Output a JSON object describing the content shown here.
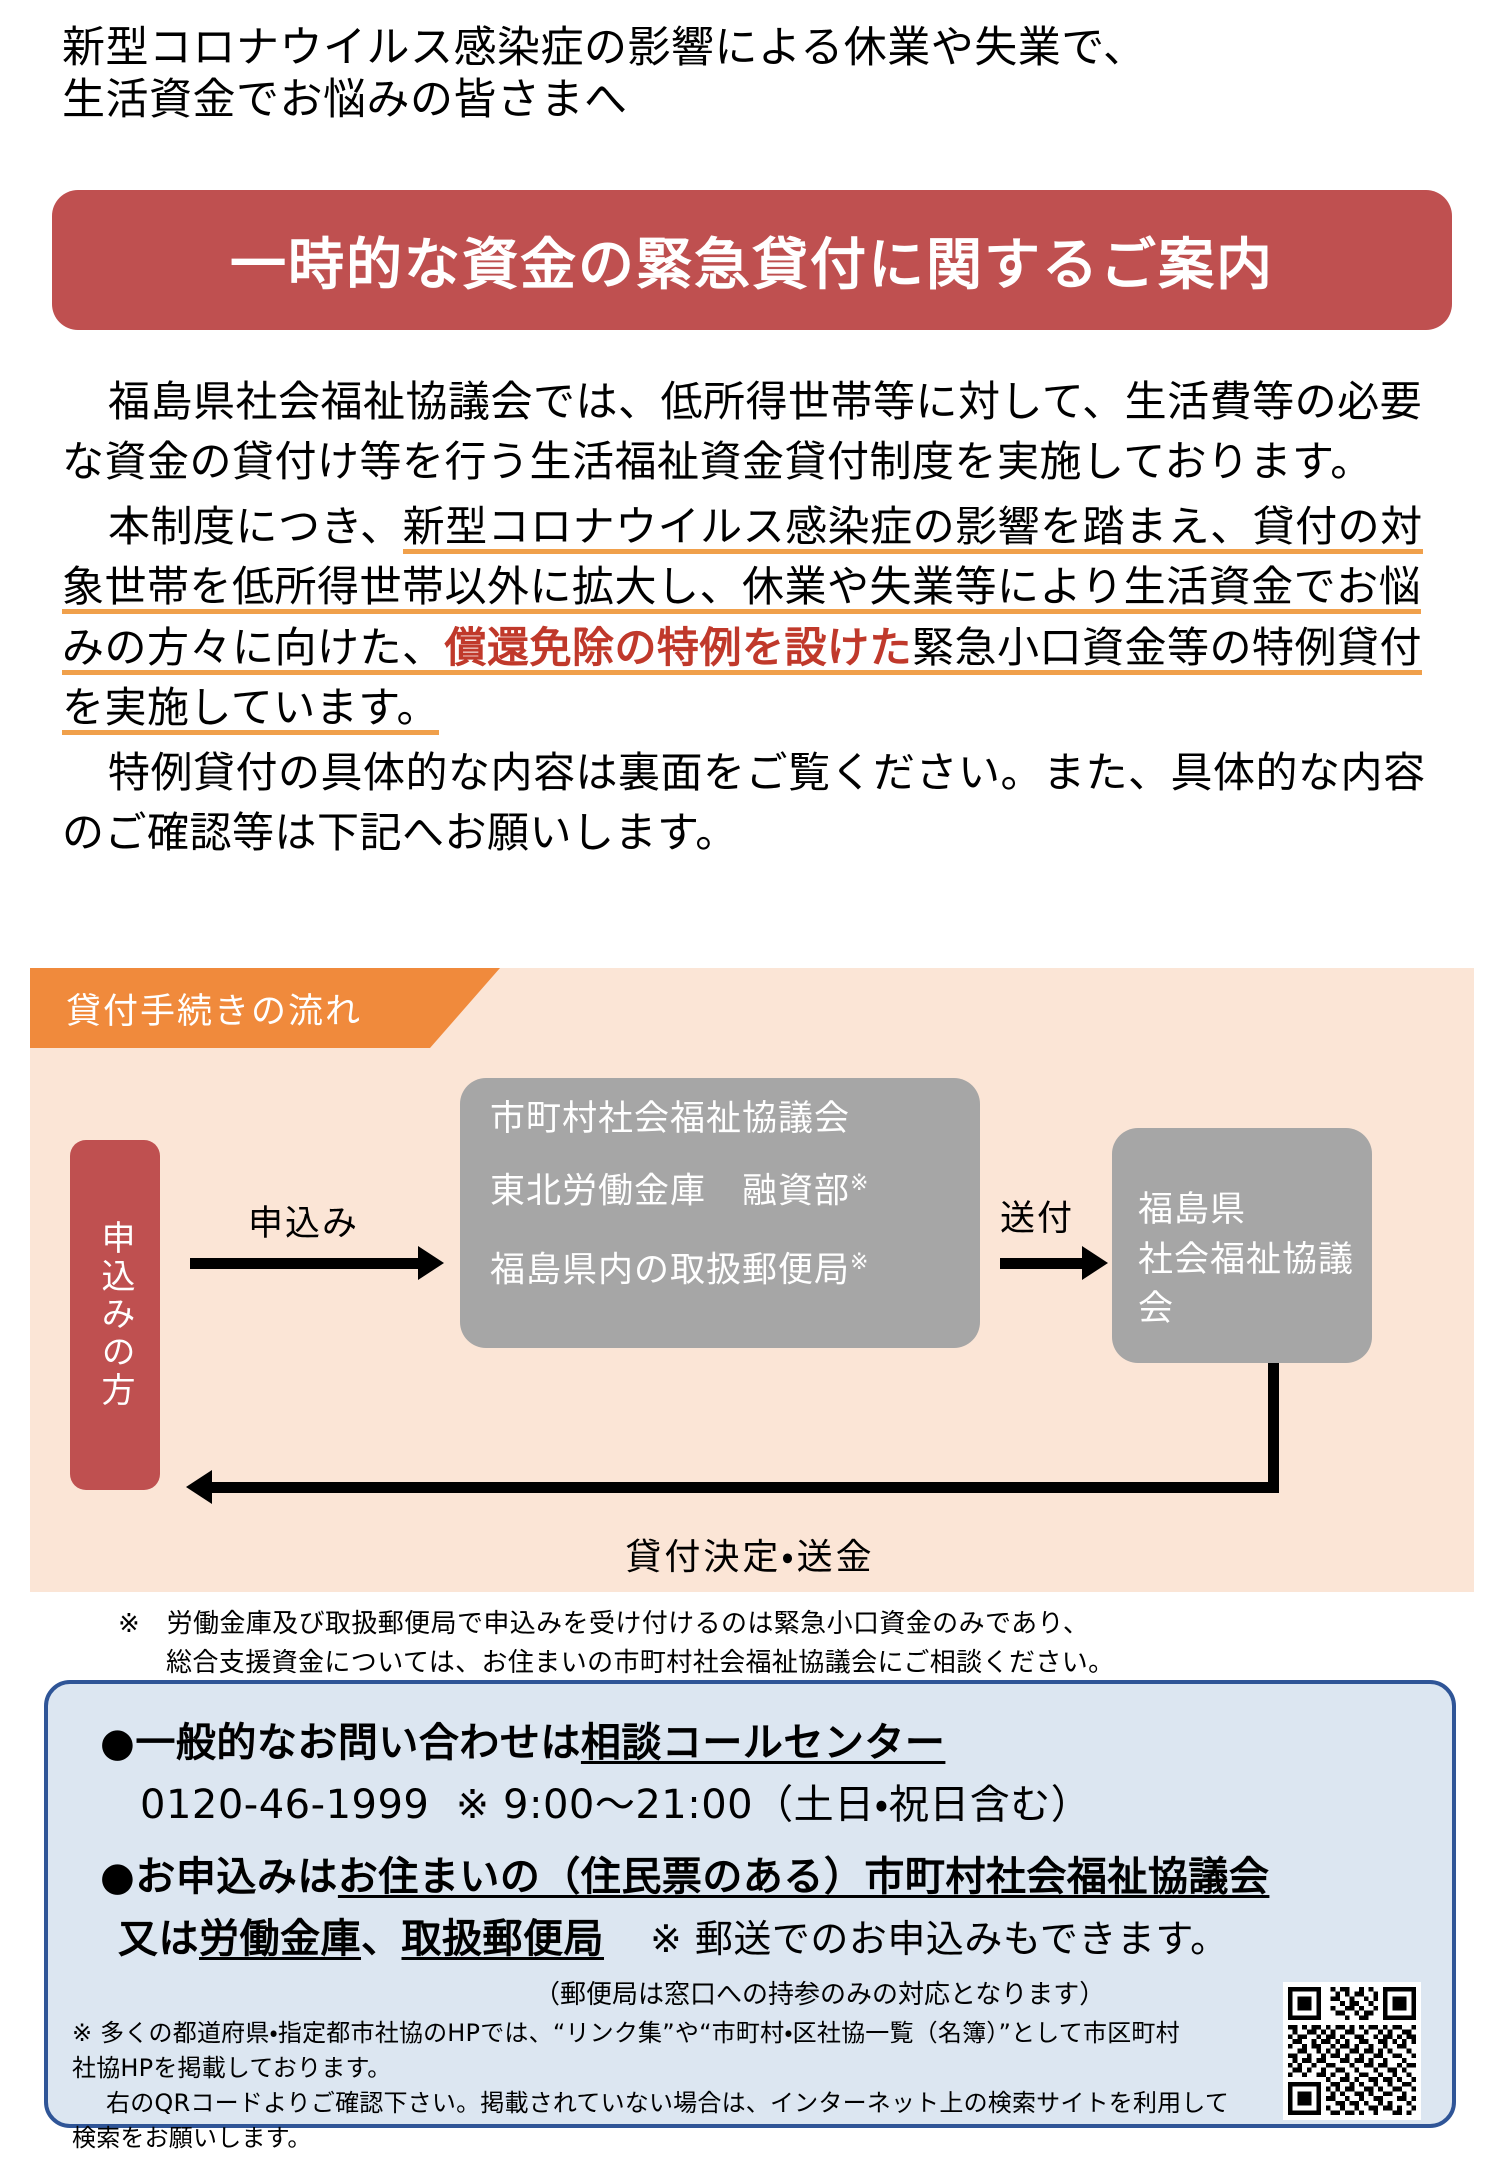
{
  "heading": {
    "line1": "新型コロナウイルス感染症の影響による休業や失業で、",
    "line2": "生活資金でお悩みの皆さまへ"
  },
  "banner": {
    "title": "一時的な資金の緊急貸付に関するご案内",
    "color": "#bf5050"
  },
  "body": {
    "p1": "福島県社会福祉協議会では、低所得世帯等に対して、生活費等の必要な資金の貸付け等を行う生活福祉資金貸付制度を実施しております。",
    "p2_a": "本制度につき、",
    "p2_b": "新型コロナウイルス感染症の影響を踏まえ、貸付の対象世帯を低所得世帯以外に拡大し、休業や失業等により生活資金でお悩みの方々に向けた、",
    "p2_c": "償還免除の特例を設けた",
    "p2_d": "緊急小口資金等の特例貸付を実施しています。",
    "p3": "特例貸付の具体的な内容は裏面をご覧ください。また、具体的な内容のご確認等は下記へお願いします。",
    "underline_color": "#f0a04b",
    "emphasis_color": "#c0392b"
  },
  "flow": {
    "ribbon_label": "貸付手続きの流れ",
    "applicant_label": "申込みの方",
    "arrow1_label": "申込み",
    "arrow2_label": "送付",
    "box1": {
      "line1": "市町村社会福祉協議会",
      "line2": "東北労働金庫　融資部",
      "line2_sup": "※",
      "line3": "福島県内の取扱郵便局",
      "line3_sup": "※"
    },
    "box2": {
      "line1": "福島県",
      "line2": "社会福祉協議会"
    },
    "return_label": "貸付決定・送金",
    "note_line1": "※　労働金庫及び取扱郵便局で申込みを受け付けるのは緊急小口資金のみであり、",
    "note_line2": "総合支援資金については、お住まいの市町村社会福祉協議会にご相談ください。",
    "panel_color": "#fbe5d6",
    "ribbon_color": "#f08a3c",
    "box_color": "#a6a6a6"
  },
  "contact": {
    "line1_bullet": "●",
    "line1_plain": "一般的なお問い合わせは",
    "line1_underlined": "相談コールセンター",
    "phone": "0120-46-1999",
    "hours": "※ 9:00〜21:00（土日・祝日含む）",
    "line3_bullet": "●",
    "line3_plain": "お申込みは",
    "line3_underlined": "お住まいの（住民票のある）市町村社会福祉協議会",
    "line4_plain": "又は",
    "line4_underlined_a": "労働金庫",
    "line4_sep": "、",
    "line4_underlined_b": "取扱郵便局",
    "line4_note": "※ 郵送でのお申込みもできます。",
    "line5_note": "（郵便局は窓口への持参のみの対応となります）",
    "foot_l1": "※ 多くの都道府県・指定都市社協のHPでは、“リンク集”や“市町村・区社協一覧（名簿）”として市区町村",
    "foot_l2": "社協HPを掲載しております。",
    "foot_l3": "右のQRコードよりご確認下さい。掲載されていない場合は、インターネット上の検索サイトを利用して",
    "foot_l4": "検索をお願いします。",
    "bg_color": "#dce6f1",
    "border_color": "#2f5597"
  }
}
